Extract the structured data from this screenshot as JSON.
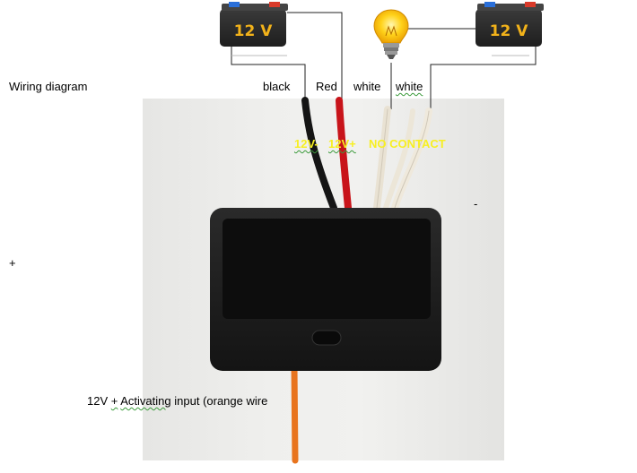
{
  "title": "Wiring diagram",
  "wire_labels": {
    "black": "black",
    "red": "Red",
    "white1": "white",
    "white2": "white"
  },
  "terminal_labels": {
    "minus": "12V-",
    "plus": "12V+",
    "no_contact": "NO CONTACT"
  },
  "batteries": [
    {
      "label": "12 V"
    },
    {
      "label": "12 V"
    }
  ],
  "side_marks": {
    "plus": "+",
    "minus": "-"
  },
  "input_label": {
    "prefix": "12V",
    "plus": "+",
    "activating": "Activating",
    "rest": "input (orange  wire"
  },
  "colors": {
    "black_wire": "#151515",
    "red_wire": "#c8141a",
    "white_wire": "#efe9dc",
    "orange_wire": "#e8741e",
    "label_yellow": "#f7ef22",
    "battery_terminal_plus": "#d93a2a",
    "battery_terminal_minus": "#2a6fd9"
  },
  "icons": [
    "battery-icon",
    "light-bulb-icon"
  ]
}
